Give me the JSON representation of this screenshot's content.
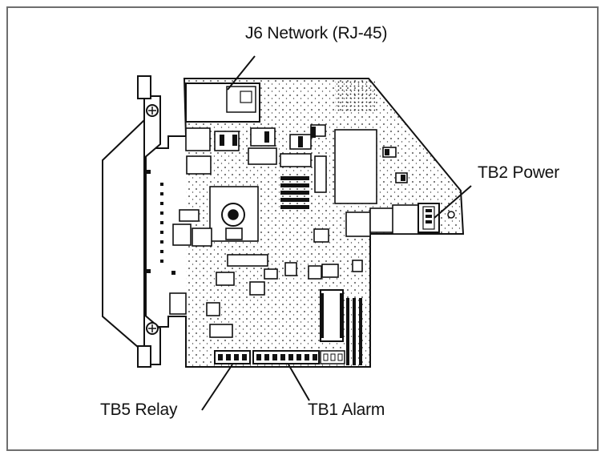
{
  "callouts": {
    "j6": "J6 Network (RJ-45)",
    "tb2": "TB2 Power",
    "tb5": "TB5 Relay",
    "tb1": "TB1 Alarm"
  },
  "colors": {
    "frame": "#6e6e6e",
    "ink": "#111111",
    "board_fill": "#ffffff"
  }
}
